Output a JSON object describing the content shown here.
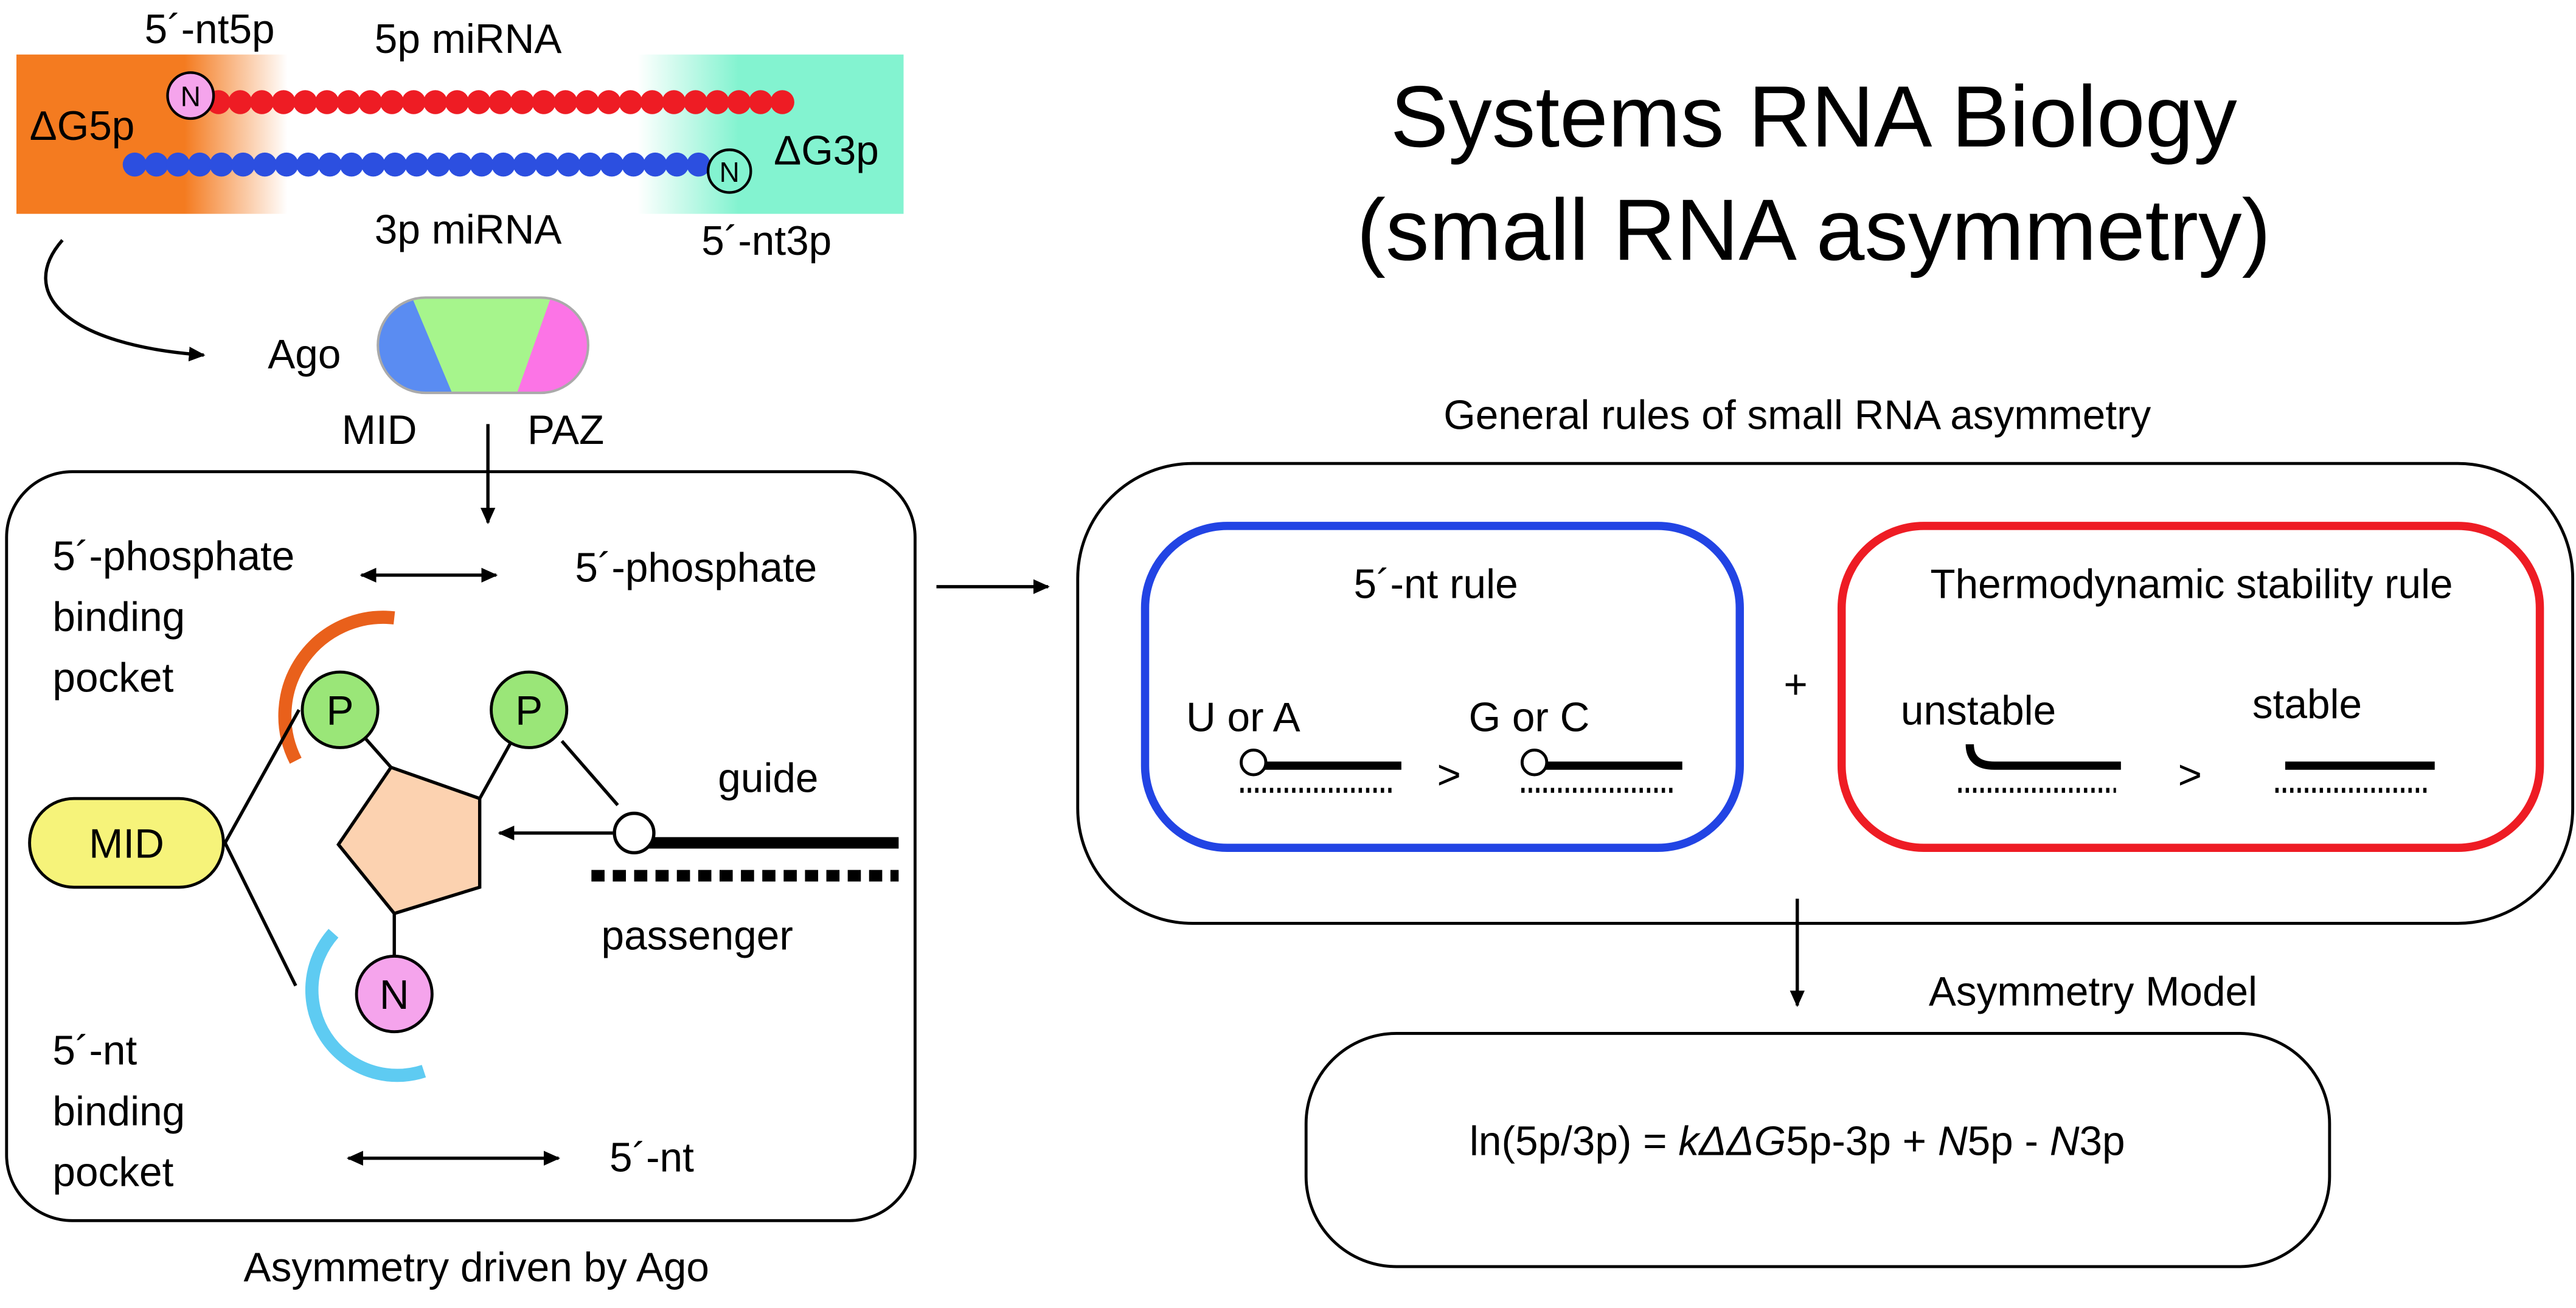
{
  "colors": {
    "strand_5p": "#ee1c24",
    "strand_3p": "#2c4fe0",
    "dg5p_box": "#f47b20",
    "dg3p_box": "#83f3d0",
    "ago_body": "#a6f58c",
    "ago_mid": "#5a8cf2",
    "ago_paz": "#fc74e6",
    "phosphate": "#9ae678",
    "nucleotide": "#f5a4ec",
    "ribose": "#fcd2b0",
    "mid_pill": "#f6f37a",
    "pocket_phosphate": "#e9601b",
    "pocket_nt": "#5ecbf2",
    "rule_5nt_border": "#2244e4",
    "rule_thermo_border": "#ee1c24"
  },
  "icons": {
    "n_marker": "circled-N-icon",
    "phosphate": "phosphate-P-icon",
    "ribose": "ribose-pentagon-icon"
  },
  "duplex": {
    "label_5nt5p": "5´-nt5p",
    "label_5p_mirna": "5p miRNA",
    "label_dg5p": "ΔG5p",
    "label_dg3p": "ΔG3p",
    "label_3p_mirna": "3p miRNA",
    "label_5nt3p": "5´-nt3p",
    "n_top": "N",
    "n_bottom": "N"
  },
  "ago": {
    "label": "Ago",
    "mid_label": "MID",
    "paz_label": "PAZ"
  },
  "left_panel": {
    "pocket_phosphate_label": [
      "5´-phosphate",
      "binding",
      "pocket"
    ],
    "phosphate_label": "5´-phosphate",
    "p1": "P",
    "p2": "P",
    "mid_label": "MID",
    "n_label": "N",
    "guide_label": "guide",
    "passenger_label": "passenger",
    "pocket_nt_label": [
      "5´-nt",
      "binding",
      "pocket"
    ],
    "nt_label": "5´-nt",
    "caption": "Asymmetry driven by Ago"
  },
  "title": {
    "line1": "Systems RNA Biology",
    "line2": "(small RNA asymmetry)"
  },
  "rules": {
    "heading": "General rules of small RNA asymmetry",
    "rule1_title": "5´-nt rule",
    "ua_label": "U or A",
    "gc_label": "G or C",
    "gt1": ">",
    "plus": "+",
    "rule2_title": "Thermodynamic stability rule",
    "unstable_label": "unstable",
    "stable_label": "stable",
    "gt2": ">"
  },
  "model": {
    "heading": "Asymmetry Model",
    "eq_ln": "ln(5p/3p) = ",
    "eq_k": "k",
    "eq_ddg": "ΔΔG",
    "eq_sub1": "5p-3p",
    "eq_plus": " + ",
    "eq_n1": "N",
    "eq_sub2": "5p",
    "eq_minus": " - ",
    "eq_n2": "N",
    "eq_sub3": "3p"
  }
}
